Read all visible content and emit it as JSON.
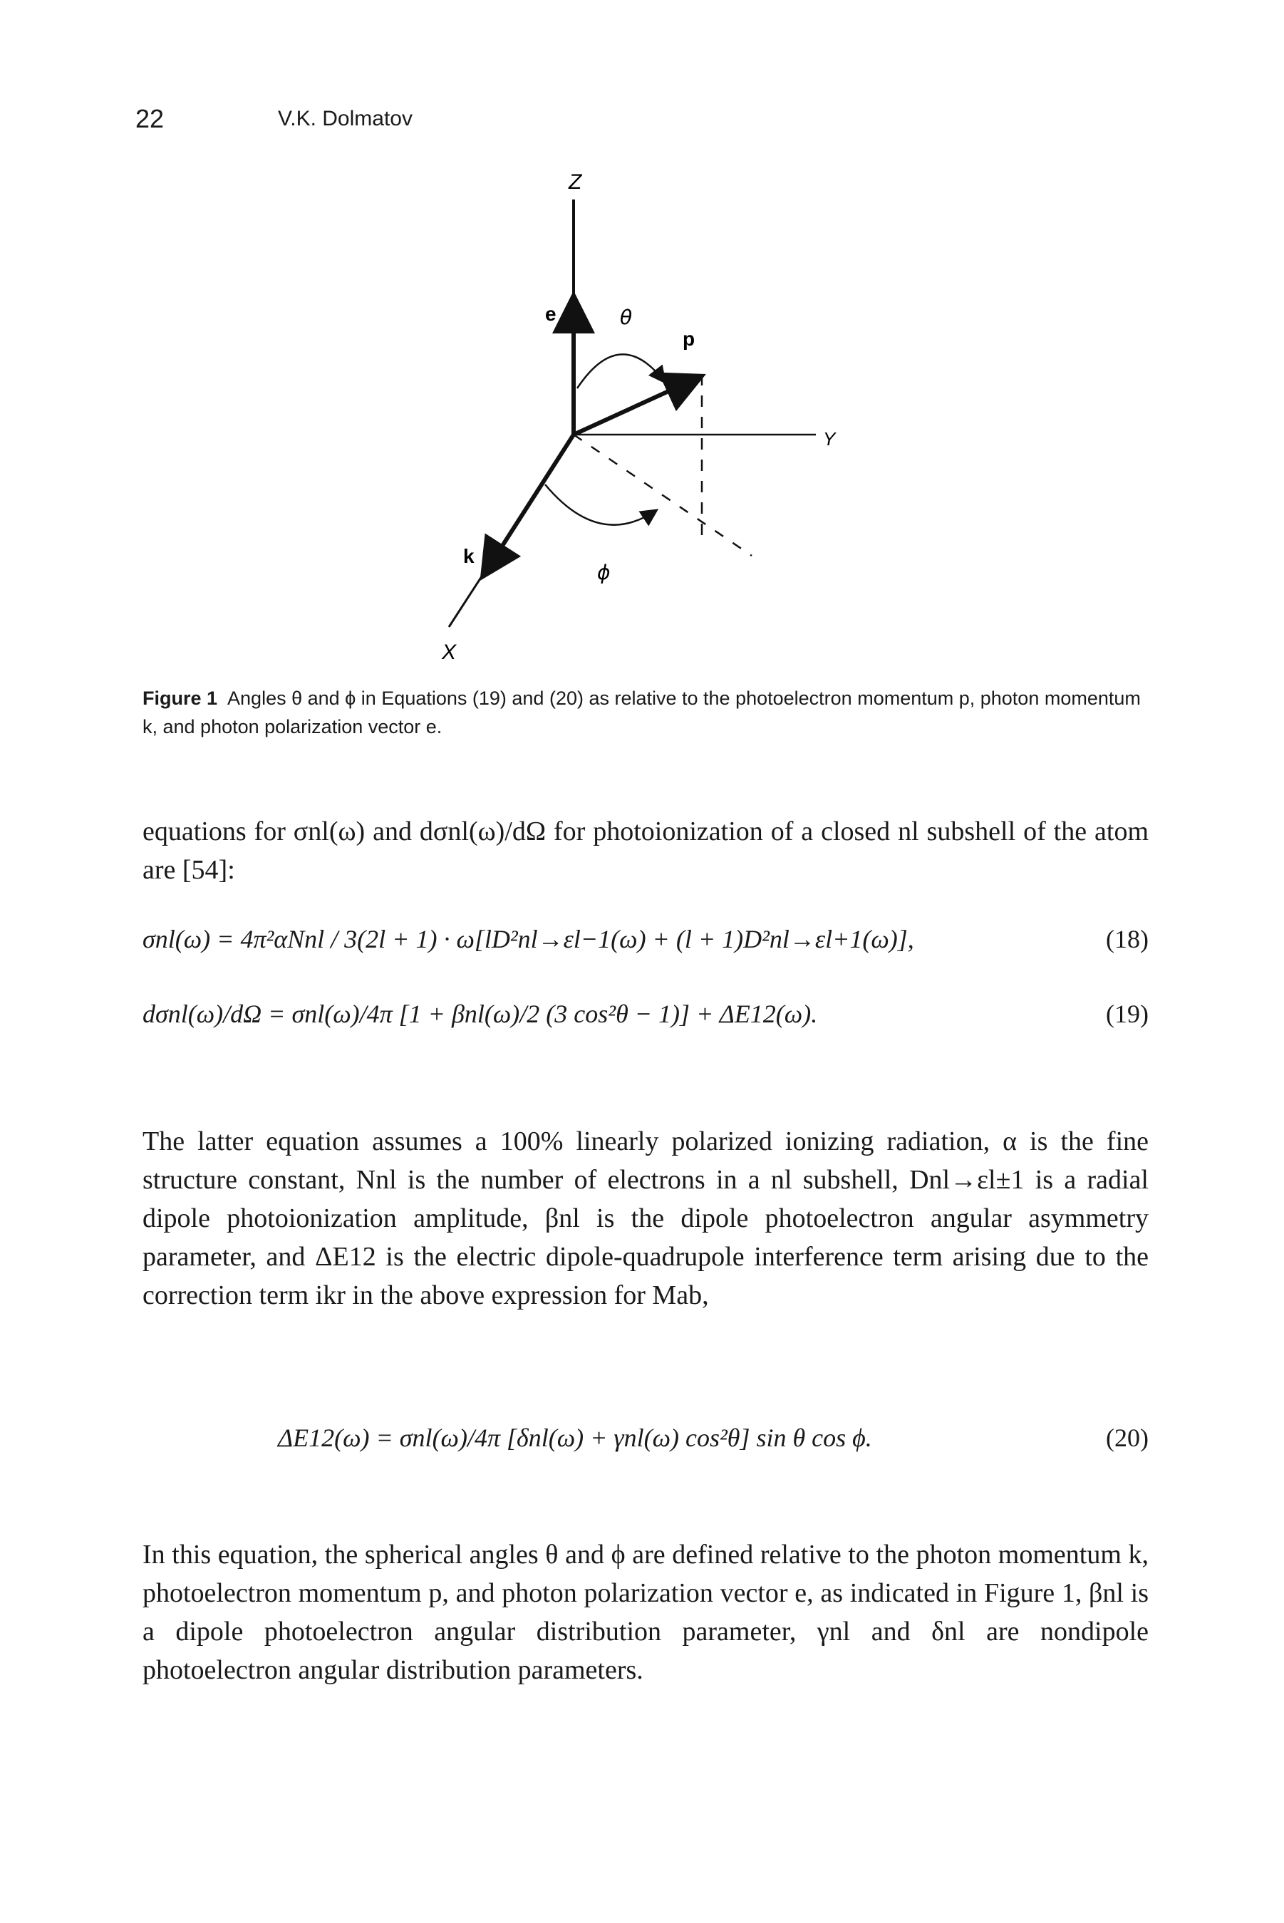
{
  "header": {
    "page_number": "22",
    "author": "V.K. Dolmatov"
  },
  "figure": {
    "label_z": "Z",
    "label_y": "Y",
    "label_x": "X",
    "label_e": "e",
    "label_p": "p",
    "label_k": "k",
    "label_theta": "θ",
    "label_phi": "ϕ"
  },
  "caption": {
    "label": "Figure 1",
    "text": "Angles θ and ϕ in Equations (19) and (20) as relative to the photoelectron momentum p, photon momentum k, and photon polarization vector e."
  },
  "paragraphs": [
    "equations for σnl(ω) and dσnl(ω)/dΩ for photoionization of a closed nl subshell of the atom are [54]:",
    "The latter equation assumes a 100% linearly polarized ionizing radiation, α is the fine structure constant, Nnl is the number of electrons in a nl subshell, Dnl→εl±1 is a radial dipole photoionization amplitude, βnl is the dipole photoelectron angular asymmetry parameter, and ΔE12 is the electric dipole-quadrupole interference term arising due to the correction term ikr in the above expression for Mab,",
    "In this equation, the spherical angles θ and ϕ are defined relative to the photon momentum k, photoelectron momentum p, and photon polarization vector e, as indicated in Figure 1, βnl is a dipole photoelectron angular distribution parameter, γnl and δnl are nondipole photoelectron angular distribution parameters."
  ],
  "equations": [
    {
      "expr": "σnl(ω) = 4π²αNnl / 3(2l + 1) · ω[lD²nl→εl−1(ω) + (l + 1)D²nl→εl+1(ω)],",
      "number": "(18)"
    },
    {
      "expr": "dσnl(ω)/dΩ = σnl(ω)/4π [1 + βnl(ω)/2 (3 cos²θ − 1)] + ΔE12(ω).",
      "number": "(19)"
    },
    {
      "expr": "ΔE12(ω) = σnl(ω)/4π [δnl(ω) + γnl(ω) cos²θ] sin θ cos ϕ.",
      "number": "(20)"
    }
  ]
}
